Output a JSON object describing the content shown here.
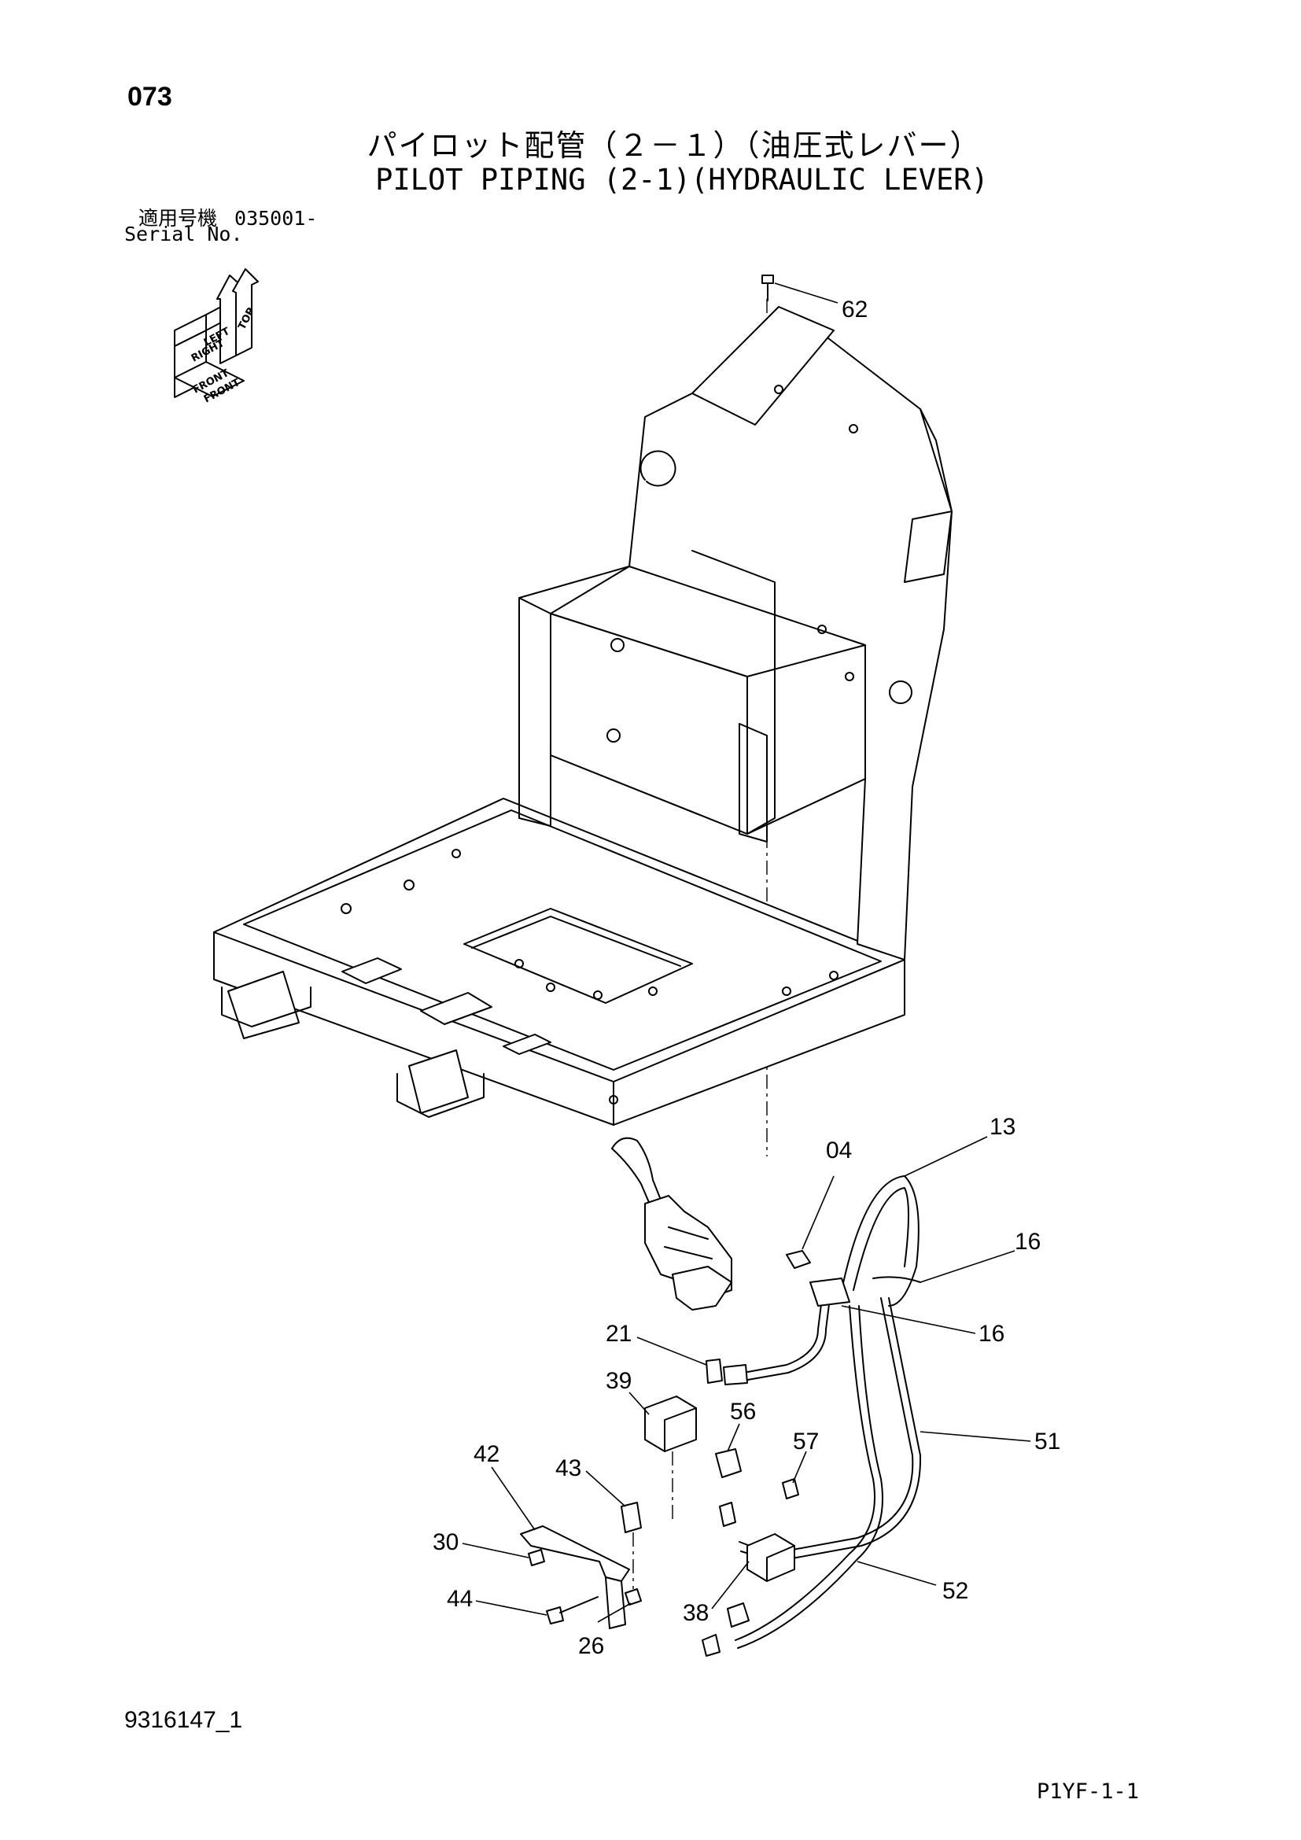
{
  "page_number": "073",
  "title_jp": "パイロット配管（２－１）（油圧式レバー）",
  "title_en": "PILOT PIPING (2-1)(HYDRAULIC LEVER)",
  "serial": {
    "label_jp": "適用号機",
    "value": "035001-",
    "label_en": "Serial No."
  },
  "orientation_symbol": {
    "labels": [
      "TOP",
      "LEFT",
      "RIGHT",
      "FRONT",
      "FRONT"
    ]
  },
  "callouts": [
    "62",
    "04",
    "13",
    "16",
    "16",
    "21",
    "39",
    "56",
    "57",
    "51",
    "42",
    "43",
    "30",
    "44",
    "26",
    "38",
    "52"
  ],
  "doc_number": "9316147_1",
  "figure_code": "P1YF-1-1"
}
